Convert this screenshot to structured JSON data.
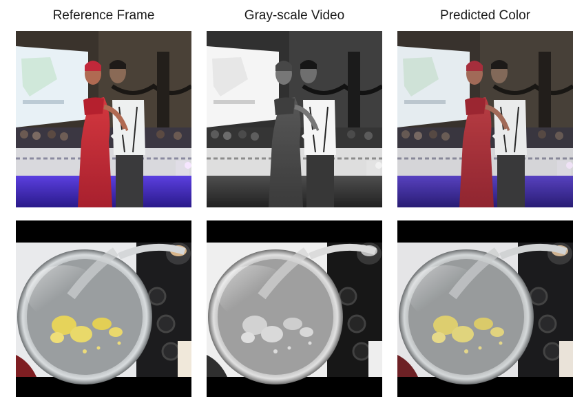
{
  "columns": [
    {
      "title": "Reference Frame"
    },
    {
      "title": "Gray-scale Video"
    },
    {
      "title": "Predicted Color"
    }
  ],
  "rows": [
    {
      "scene": "dancing-couple",
      "colors": {
        "dress": "#c9303a",
        "stage_light": "#6a36d8",
        "screen": "#e8f1f6"
      }
    },
    {
      "scene": "frying-pan-eggs",
      "colors": {
        "pan": "#b9bdbf",
        "egg": "#e6d35a",
        "stove": "#1c1c1e"
      }
    }
  ]
}
